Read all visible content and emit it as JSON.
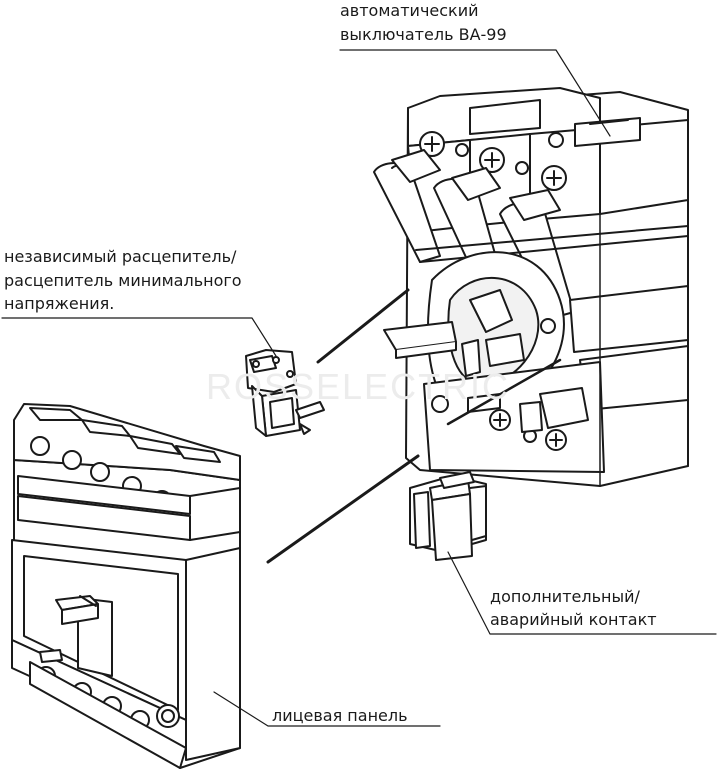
{
  "colors": {
    "stroke": "#1a1a1a",
    "fill": "#ffffff",
    "shade": "#f2f2f2",
    "watermark": "#ececec"
  },
  "labels": {
    "breaker_line1": "автоматический",
    "breaker_line2": "выключатель ВА-99",
    "trip_line1": "независимый расцепитель/",
    "trip_line2": "расцепитель минимального",
    "trip_line3": "напряжения.",
    "contact_line1": "дополнительный/",
    "contact_line2": "аварийный контакт",
    "panel": "лицевая панель"
  },
  "watermark": "ROSSELECTRIC"
}
